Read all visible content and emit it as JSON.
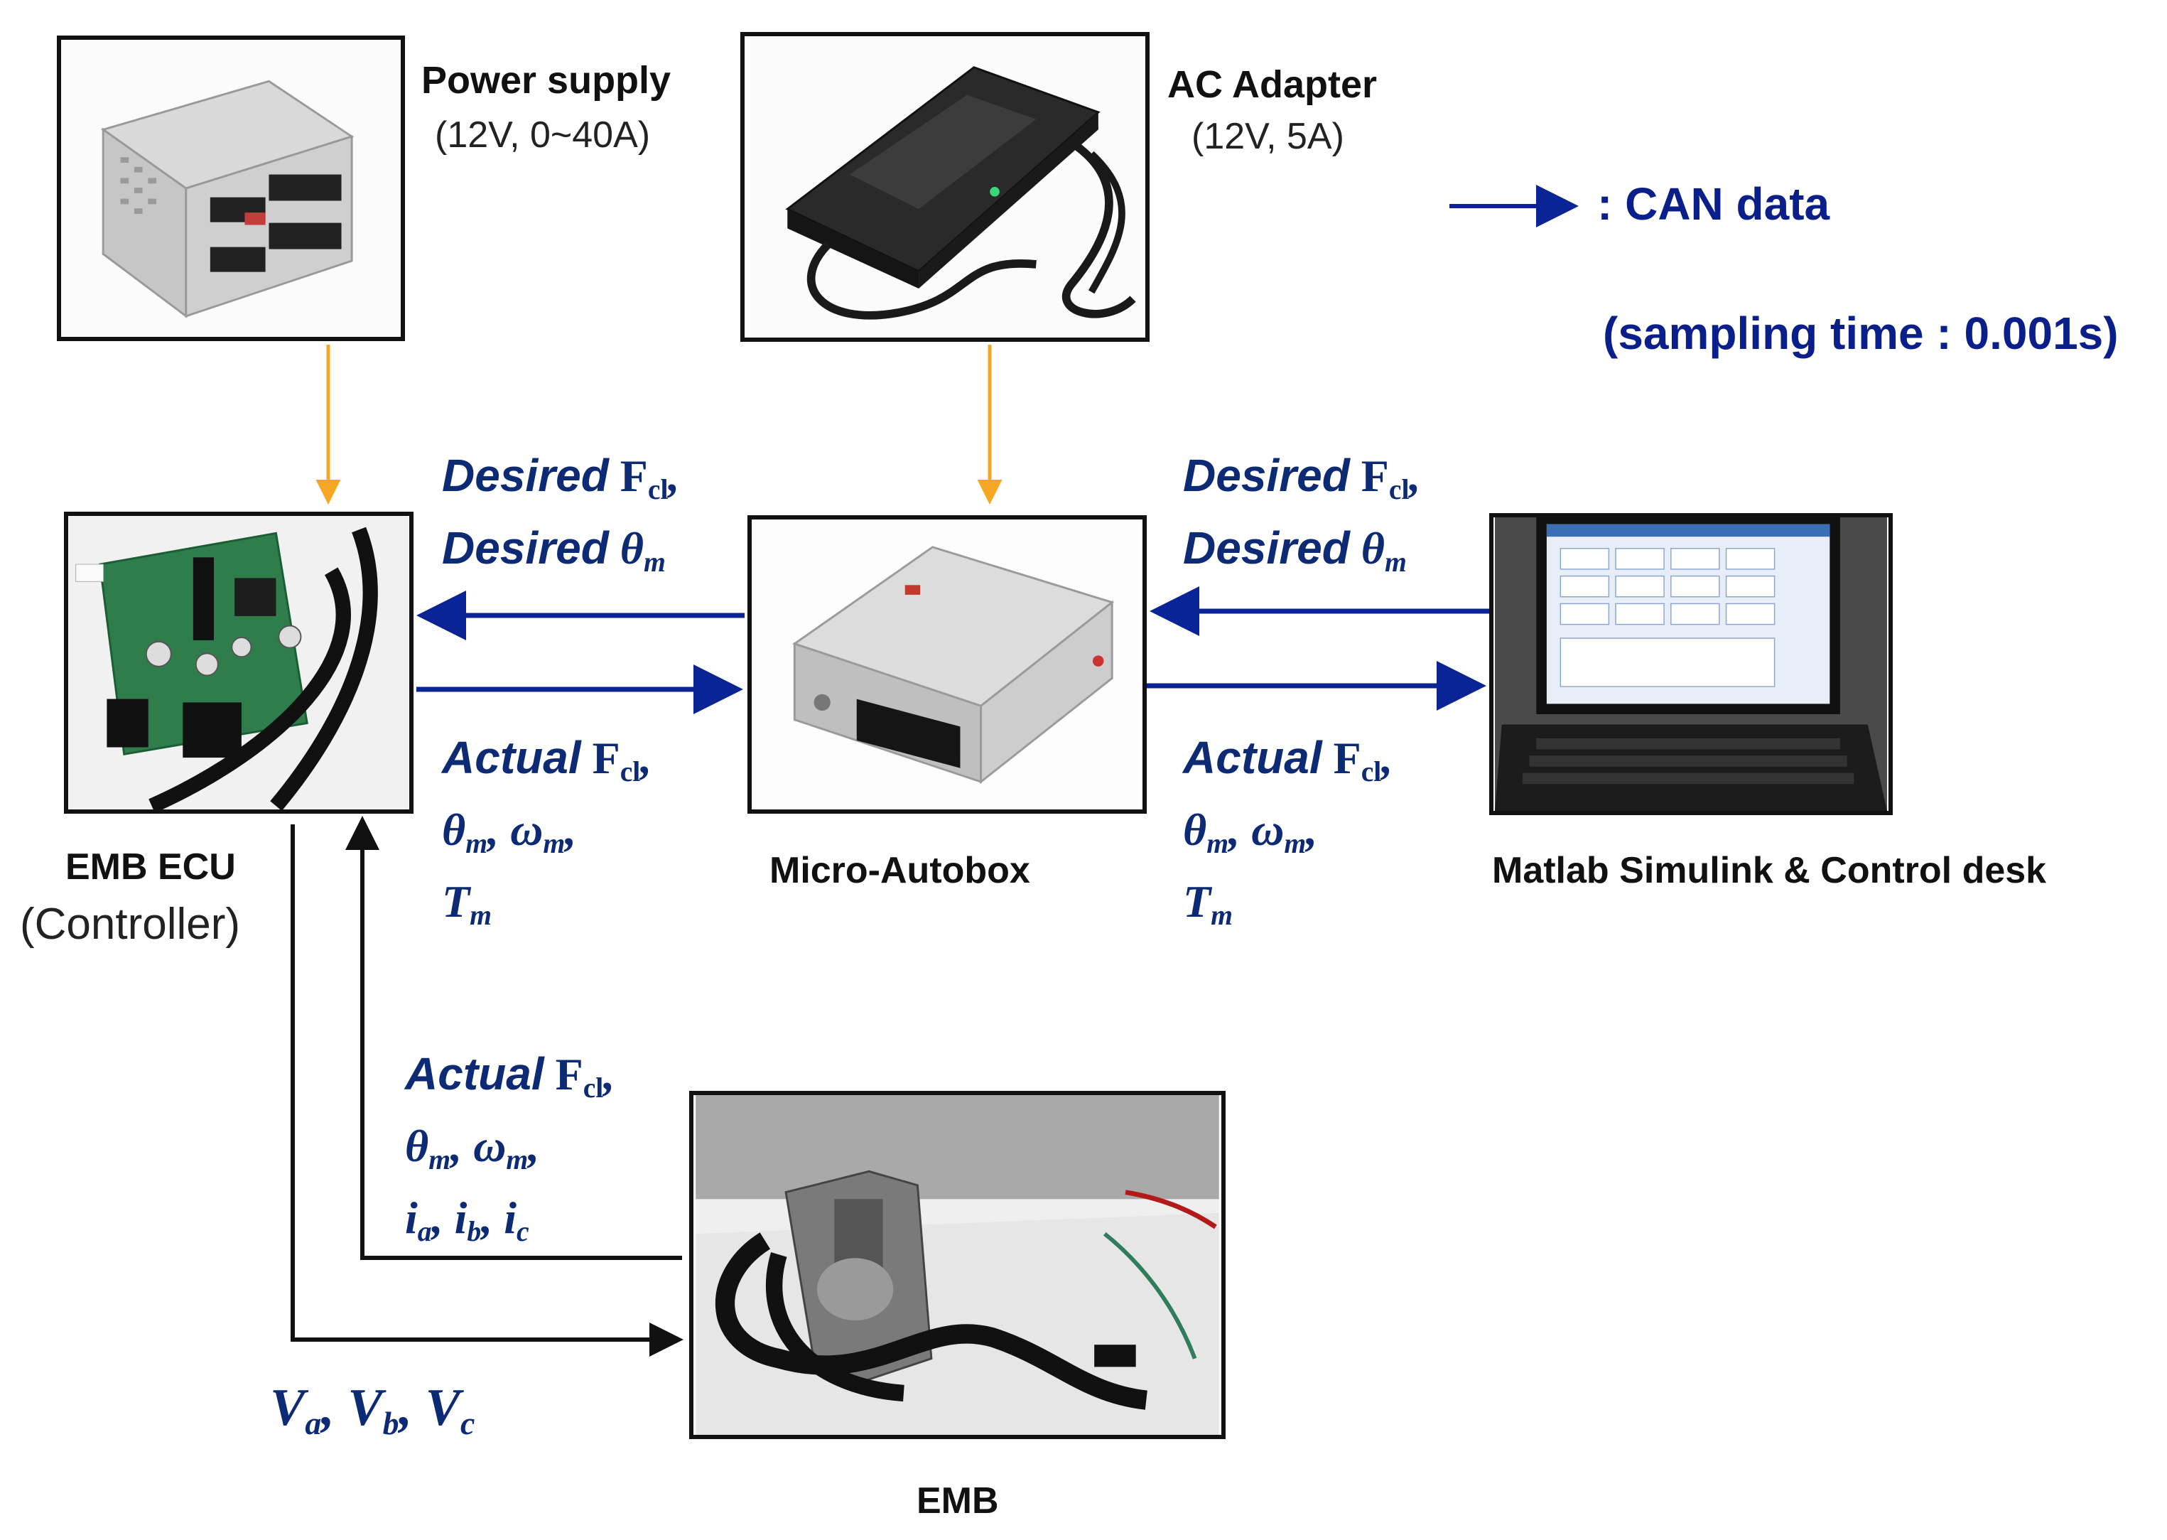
{
  "legend": {
    "line": ": CAN data",
    "sampling": "(sampling time : 0.001s)",
    "can_color": "#0a2496",
    "power_color": "#f5a623"
  },
  "devices": {
    "power_supply": {
      "title": "Power supply",
      "spec": "(12V,  0~40A)",
      "icon": "power-supply-unit-icon"
    },
    "ac_adapter": {
      "title": "AC Adapter",
      "spec": "(12V,  5A)",
      "icon": "ac-adapter-icon"
    },
    "ecu": {
      "title": "EMB ECU",
      "spec": "(Controller)",
      "icon": "circuit-board-icon"
    },
    "autobox": {
      "title": "Micro-Autobox",
      "icon": "micro-autobox-icon"
    },
    "pc": {
      "title": "Matlab Simulink & Control desk",
      "icon": "laptop-icon"
    },
    "emb": {
      "title": "EMB",
      "icon": "brake-actuator-icon"
    }
  },
  "signals": {
    "desired_word": "Desired",
    "actual_word": "Actual",
    "F": "F",
    "cl": "cl",
    "theta": "θ",
    "omega": "ω",
    "T": "T",
    "i": "i",
    "V": "V",
    "m": "m",
    "a": "a",
    "b": "b",
    "c": "c",
    "comma": ","
  }
}
